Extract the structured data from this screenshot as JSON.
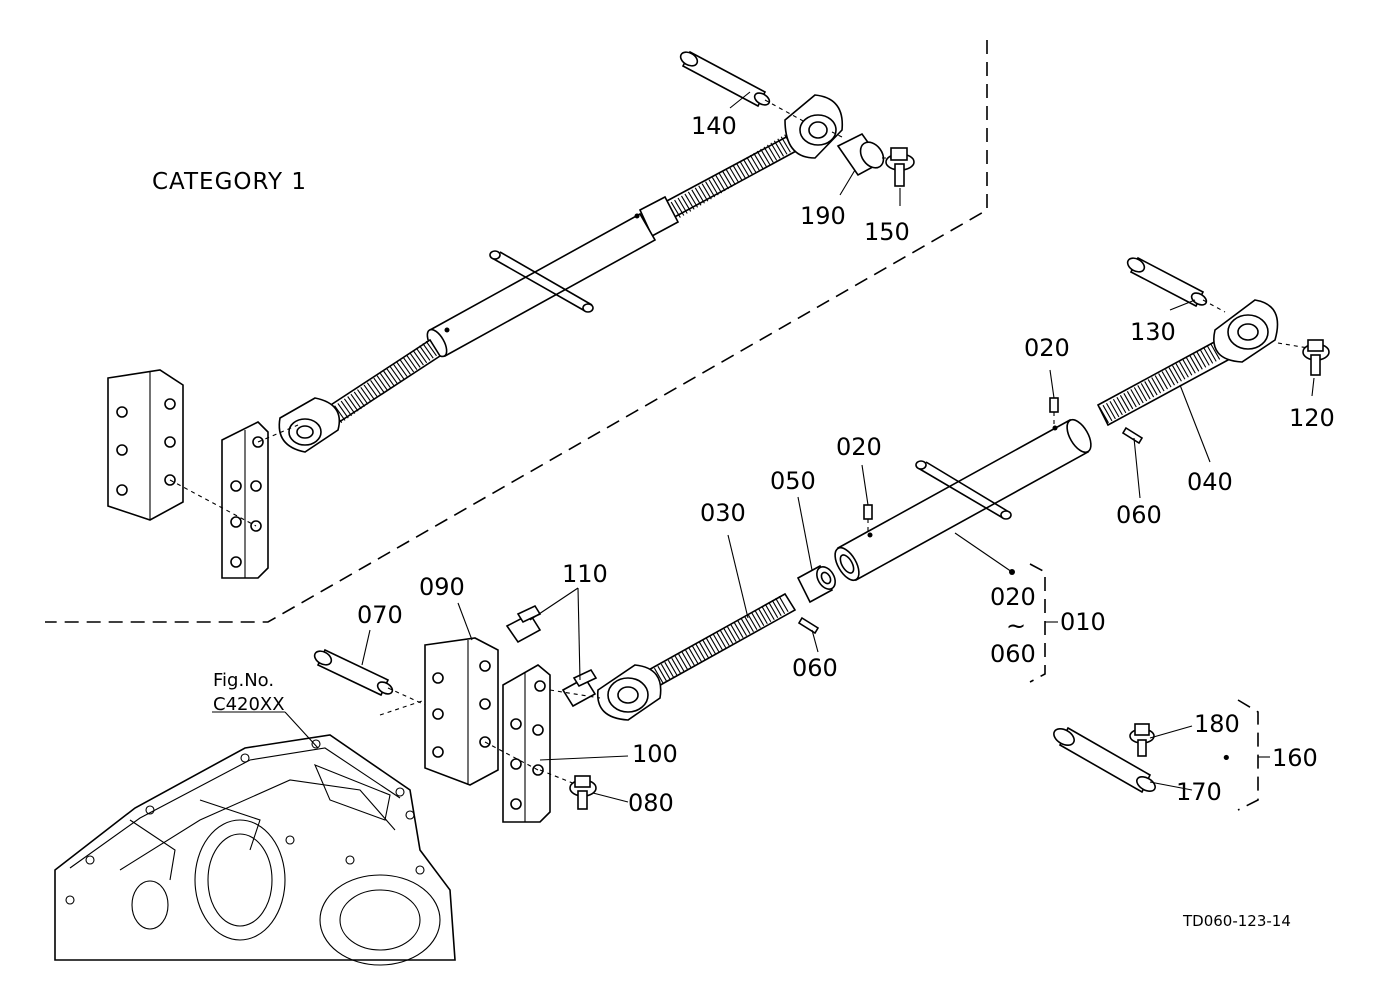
{
  "diagram": {
    "category_title": "CATEGORY  1",
    "figure_ref_line1": "Fig.No.",
    "figure_ref_line2": "C420XX",
    "drawing_code": "TD060-123-14",
    "tilde": "~",
    "dot_mark": "•",
    "callouts": {
      "c140": "140",
      "c190": "190",
      "c150": "150",
      "c130": "130",
      "c120": "120",
      "c020a": "020",
      "c020b": "020",
      "c040": "040",
      "c060a": "060",
      "c050": "050",
      "c030": "030",
      "c110": "110",
      "c090": "090",
      "c070": "070",
      "c100": "100",
      "c080": "080",
      "c060b": "060",
      "c020c": "020",
      "c060c": "060",
      "c010": "010",
      "c180": "180",
      "c170": "170",
      "c160": "160"
    }
  }
}
